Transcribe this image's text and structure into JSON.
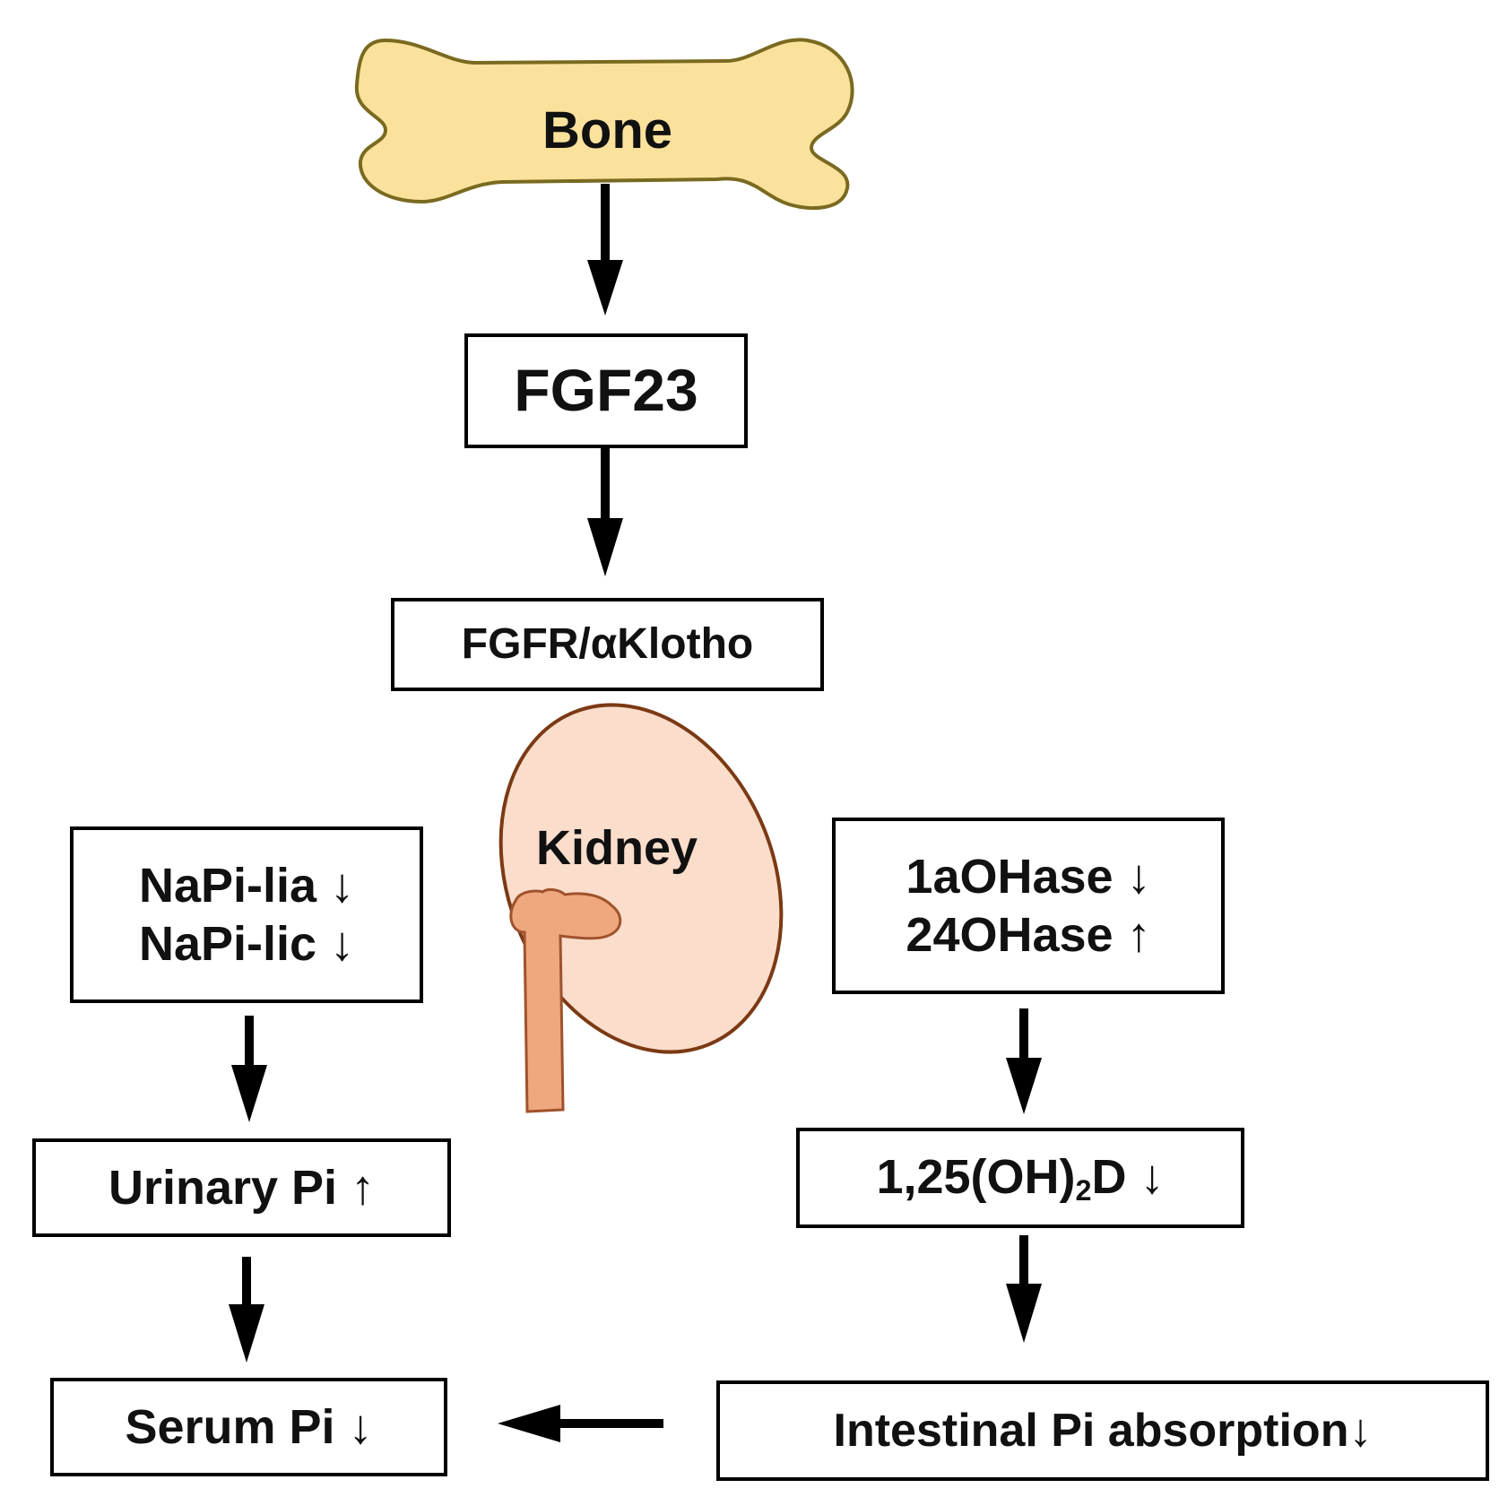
{
  "nodes": {
    "bone": "Bone",
    "fgf23": "FGF23",
    "receptor": "FGFR/αKlotho",
    "kidney": "Kidney",
    "napi_a": "NaPi-lia ↓",
    "napi_c": "NaPi-lic ↓",
    "hydroxylase_1a": "1aOHase ↓",
    "hydroxylase_24": "24OHase ↑",
    "urinary_pi": "Urinary Pi ↑",
    "vitd_main": "1,25(OH)",
    "vitd_sub": "2",
    "vitd_tail": "D ↓",
    "serum_pi": "Serum Pi ↓",
    "intestinal": "Intestinal Pi absorption↓"
  },
  "colors": {
    "bone_fill": "#FBE29C",
    "bone_stroke": "#7A6A20",
    "kidney_fill": "#FADDCB",
    "kidney_stroke": "#7B3A14",
    "ureter_fill": "#EFA87E",
    "ureter_stroke": "#A0522D",
    "arrow": "#000000"
  }
}
